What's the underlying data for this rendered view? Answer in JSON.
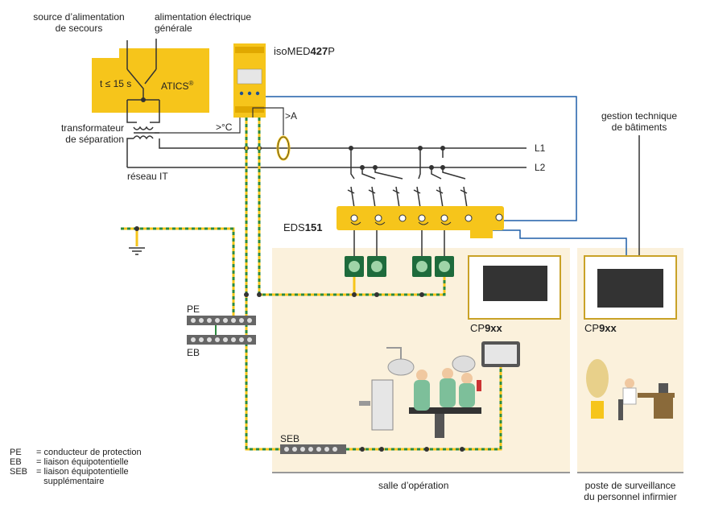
{
  "labels": {
    "emergency_source": "source d’alimentation\nde secours",
    "main_supply": "alimentation électrique\ngénérale",
    "transfer_time": "t ≤ 15 s",
    "atics": "ATICS",
    "atics_reg": "®",
    "isomed_prefix": "isoMED",
    "isomed_bold": "427",
    "isomed_suffix": "P",
    "transformer": "transformateur\nde séparation",
    "temp": ">°C",
    "current": ">A",
    "it_network": "réseau IT",
    "l1": "L1",
    "l2": "L2",
    "eds_prefix": "EDS",
    "eds_bold": "151",
    "building_mgmt": "gestion technique\nde bâtiments",
    "cp_left_prefix": "CP",
    "cp_left_bold": "9xx",
    "cp_right_prefix": "CP",
    "cp_right_bold": "9xx",
    "pe": "PE",
    "eb": "EB",
    "seb": "SEB",
    "operating_room": "salle d’opération",
    "nurse_station": "poste de surveillance\ndu personnel infirmier"
  },
  "legend": [
    {
      "abbr": "PE",
      "desc": "= conducteur de protection"
    },
    {
      "abbr": "EB",
      "desc": "= liaison équipotentielle"
    },
    {
      "abbr": "SEB",
      "desc": "= liaison équipotentielle\n   supplémentaire"
    }
  ],
  "colors": {
    "yellow": "#f6c51b",
    "blue": "#1f5fa8",
    "green": "#1e6b3c",
    "line": "#333333",
    "room": "#fbf1dc"
  }
}
